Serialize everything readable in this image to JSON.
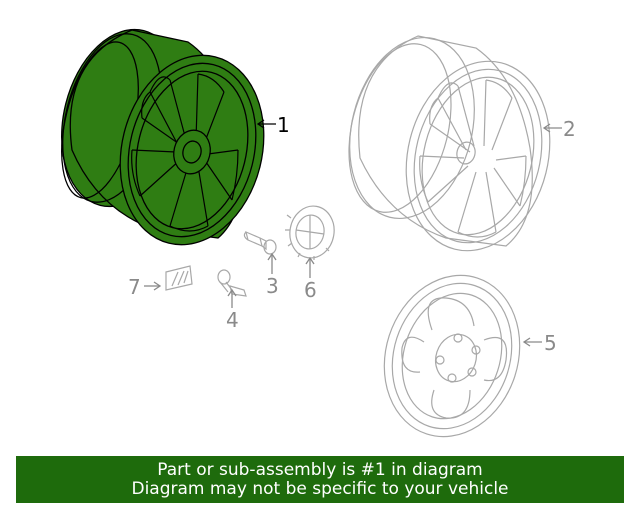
{
  "diagram": {
    "colors": {
      "highlight_fill": "#2f7d13",
      "highlight_stroke": "#000000",
      "part_stroke": "#a8a8a8",
      "label_gray": "#8a8a8a",
      "label_black": "#000000"
    },
    "callouts": [
      {
        "id": "1",
        "label": "1",
        "highlighted": true
      },
      {
        "id": "2",
        "label": "2",
        "highlighted": false
      },
      {
        "id": "3",
        "label": "3",
        "highlighted": false
      },
      {
        "id": "4",
        "label": "4",
        "highlighted": false
      },
      {
        "id": "5",
        "label": "5",
        "highlighted": false
      },
      {
        "id": "6",
        "label": "6",
        "highlighted": false
      },
      {
        "id": "7",
        "label": "7",
        "highlighted": false
      }
    ]
  },
  "banner": {
    "line1": "Part or sub-assembly is #1 in diagram",
    "line2": "Diagram may not be specific to your vehicle",
    "background": "#1e6b0c"
  }
}
